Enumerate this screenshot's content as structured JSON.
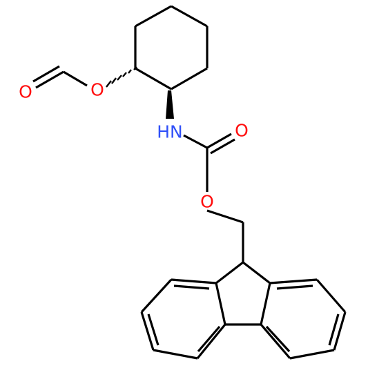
{
  "colors": {
    "bond": "#000000",
    "oxygen": "#ff0d0d",
    "nitrogen": "#3050f8",
    "background": "#ffffff"
  },
  "atoms": {
    "formyl_o": {
      "symbol": "O",
      "color": "#ff0d0d"
    },
    "ester_o": {
      "symbol": "O",
      "color": "#ff0d0d"
    },
    "amine_n": {
      "symbol": "HN",
      "color": "#3050f8"
    },
    "carbonyl_o": {
      "symbol": "O",
      "color": "#ff0d0d"
    },
    "carbamate_o": {
      "symbol": "O",
      "color": "#ff0d0d"
    }
  }
}
